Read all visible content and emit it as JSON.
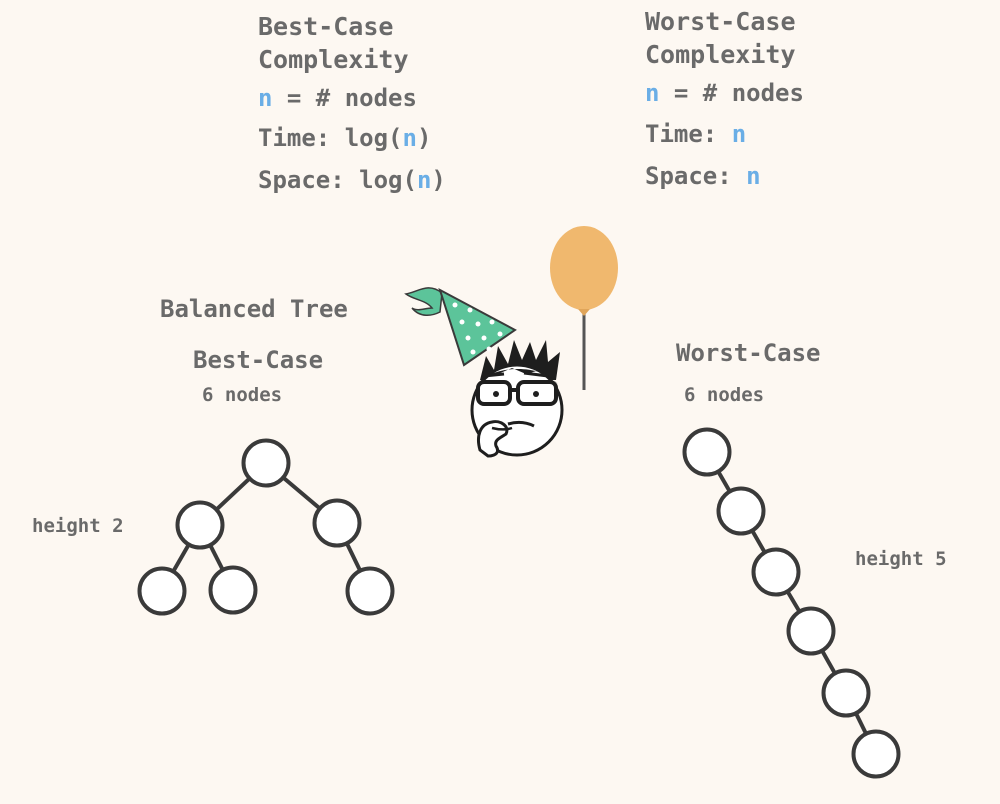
{
  "best": {
    "heading": "Best-Case Complexity",
    "n_var": "n",
    "n_rest": " = # nodes",
    "time_prefix": "Time: log(",
    "time_var": "n",
    "time_suffix": ")",
    "space_prefix": "Space: log(",
    "space_var": "n",
    "space_suffix": ")"
  },
  "worst": {
    "heading": "Worst-Case Complexity",
    "n_var": "n",
    "n_rest": " = # nodes",
    "time_prefix": "Time: ",
    "time_var": "n",
    "space_prefix": "Space: ",
    "space_var": "n"
  },
  "balanced_tree_label": "Balanced Tree",
  "best_diagram": {
    "title": "Best-Case",
    "count": "6 nodes",
    "height_label": "height 2"
  },
  "worst_diagram": {
    "title": "Worst-Case",
    "count": "6 nodes",
    "height_label": "height 5"
  },
  "colors": {
    "background": "#fdf8f2",
    "text": "#6a6a6a",
    "highlight": "#6aaee6",
    "node_stroke": "#3a3a3a",
    "hat": "#5cc49a",
    "balloon": "#f0b86e"
  },
  "icons": [
    "party-hat-icon",
    "balloon-icon",
    "thinking-face-icon"
  ]
}
